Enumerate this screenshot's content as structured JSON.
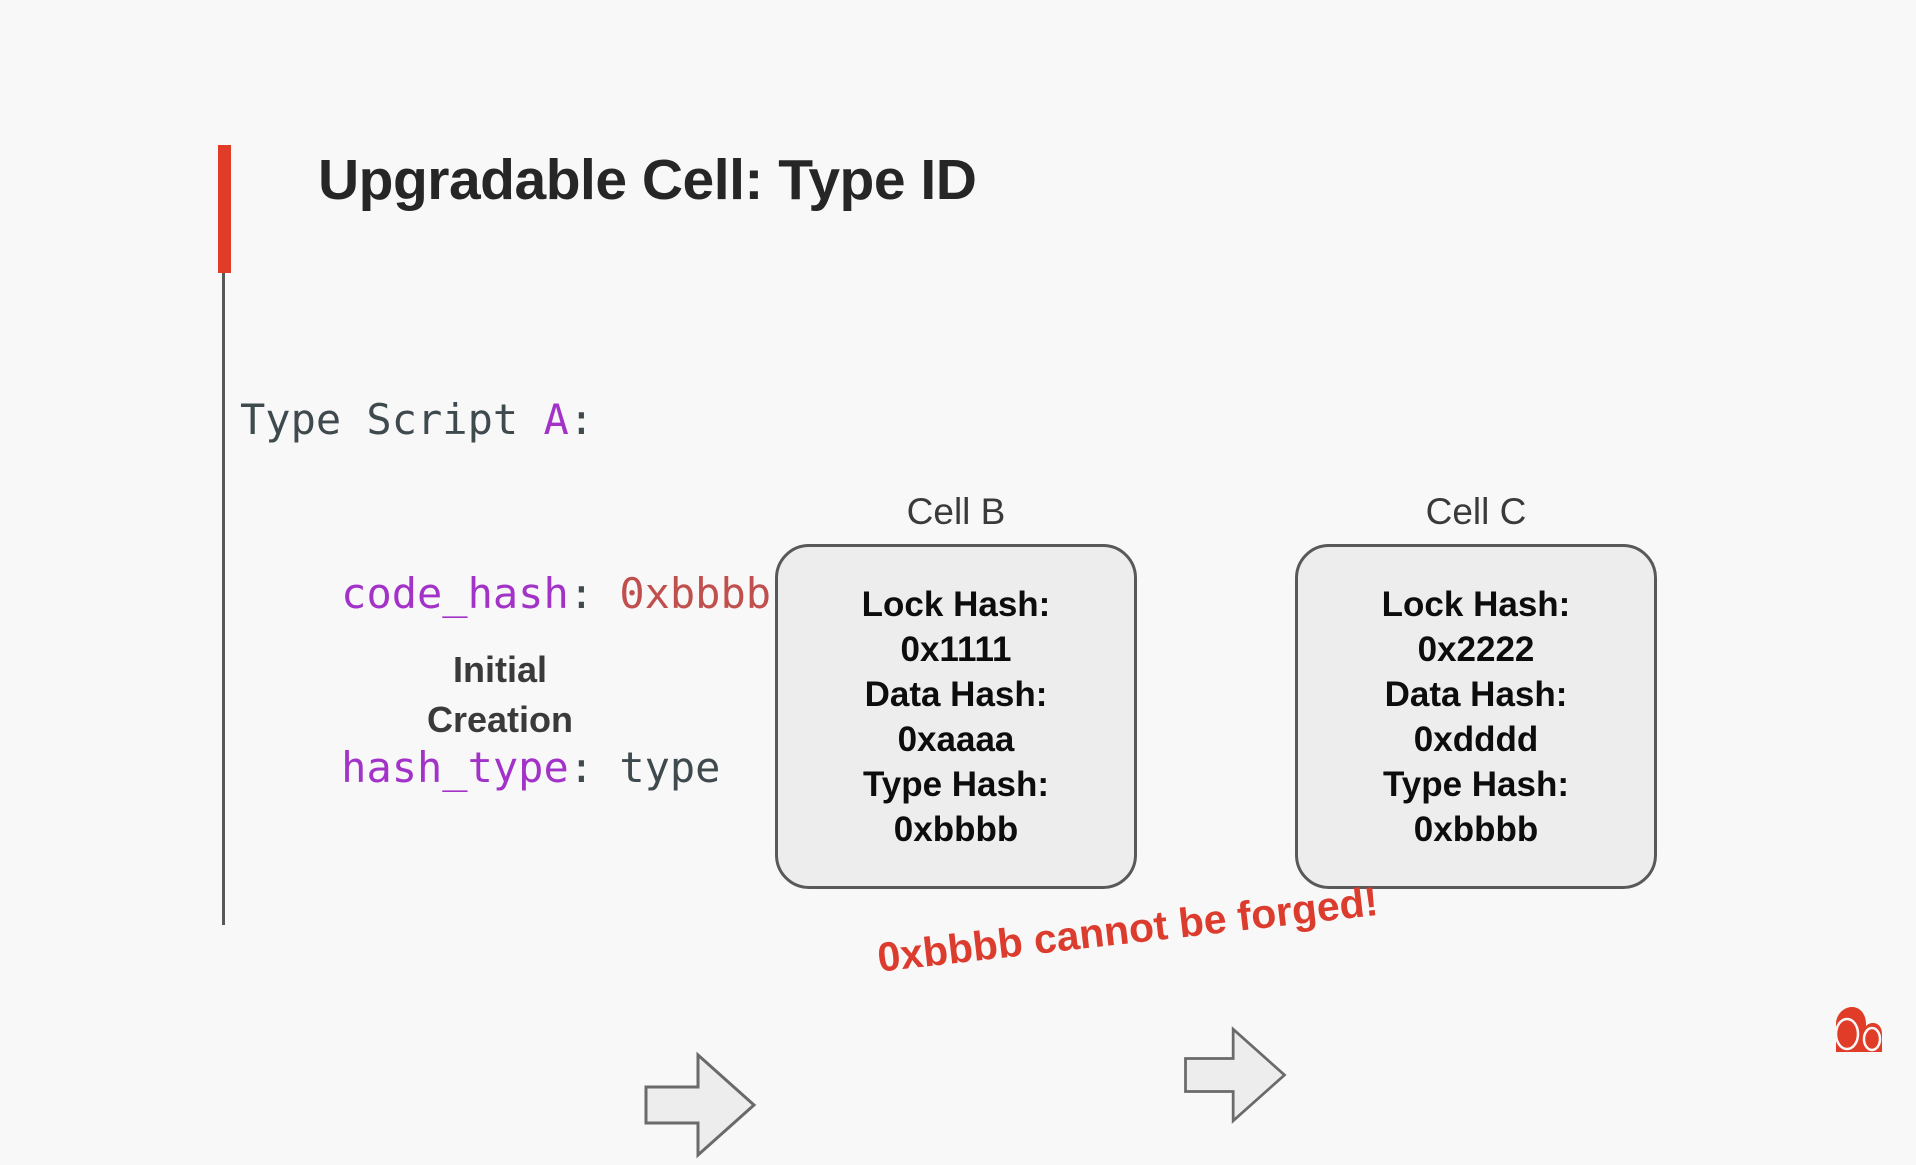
{
  "slide": {
    "title": "Upgradable Cell: Type ID",
    "background_color": "#f8f8f8",
    "accent_color": "#e03c28"
  },
  "rail": {
    "red_bar_color": "#e03c28",
    "line_color": "#585858"
  },
  "code": {
    "line1": {
      "label": "Type Script ",
      "ident": "A",
      "colon": ":"
    },
    "line2": {
      "indent": "    ",
      "key": "code_hash",
      "colon": ": ",
      "value": "0xbbbb"
    },
    "line3": {
      "indent": "    ",
      "key": "hash_type",
      "colon": ": ",
      "value": "type"
    },
    "colors": {
      "plain": "#3f4a4f",
      "key": "#a333c8",
      "value": "#c0504d"
    }
  },
  "flow": {
    "initial_creation_label": "Initial\nCreation",
    "arrow1_name": "arrow-initial-to-cell-b",
    "arrow2_name": "arrow-cell-b-to-cell-c",
    "cells": [
      {
        "id": "cell-b",
        "title": "Cell B",
        "rows": [
          "Lock Hash:",
          "0x1111",
          "Data Hash:",
          "0xaaaa",
          "Type Hash:",
          "0xbbbb"
        ]
      },
      {
        "id": "cell-c",
        "title": "Cell C",
        "rows": [
          "Lock Hash:",
          "0x2222",
          "Data Hash:",
          "0xdddd",
          "Type Hash:",
          "0xbbbb"
        ]
      }
    ],
    "box_fill": "#ededed",
    "box_border": "#595959"
  },
  "warning": {
    "text": "0xbbbb cannot be forged!",
    "color": "#dc3c2e"
  },
  "logo": {
    "name": "nervos-ckb-logo",
    "color": "#e03c28"
  }
}
